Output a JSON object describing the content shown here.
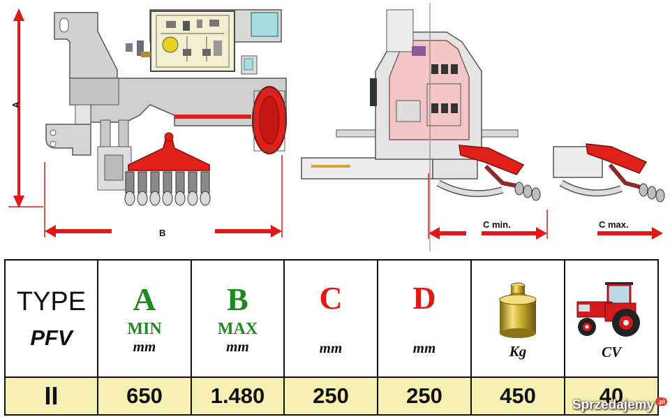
{
  "drawing": {
    "dimension_labels": {
      "a": "A",
      "b": "B",
      "c_min": "C min.",
      "c_max": "C max."
    },
    "colors": {
      "arrow": "#e01818",
      "frame": "#c8c8c8",
      "implement": "#e0201a",
      "housing_tint": "#f2c6c6",
      "panel": "#f3f0d2",
      "display": "#a8dde0"
    }
  },
  "table": {
    "columns": [
      {
        "key": "type",
        "title": "TYPE",
        "subtitle": "PFV",
        "unit": ""
      },
      {
        "key": "a",
        "title": "A",
        "qualifier": "MIN",
        "unit": "mm"
      },
      {
        "key": "b",
        "title": "B",
        "qualifier": "MAX",
        "unit": "mm"
      },
      {
        "key": "c",
        "title": "C",
        "unit": "mm"
      },
      {
        "key": "d",
        "title": "D",
        "unit": "mm"
      },
      {
        "key": "weight",
        "icon": "weight-icon",
        "unit": "Kg"
      },
      {
        "key": "power",
        "icon": "tractor-icon",
        "unit": "CV"
      }
    ],
    "row": {
      "type": "II",
      "a": "650",
      "b": "1.480",
      "c": "250",
      "d": "250",
      "weight": "450",
      "power": "40"
    },
    "colors": {
      "letter_green": "#1e8a1e",
      "letter_red": "#e01818",
      "value_row_bg": "#f6f0b2"
    }
  },
  "watermark": {
    "text": "Sprzedajemy",
    "tld": ".pl"
  }
}
